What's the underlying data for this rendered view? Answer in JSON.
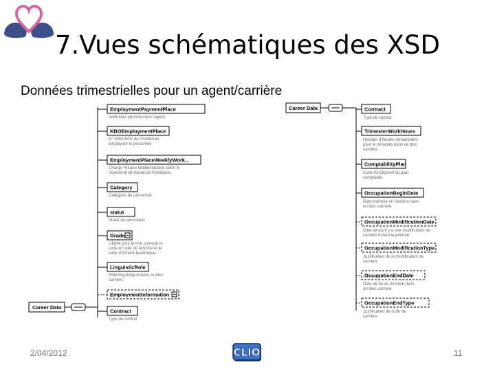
{
  "slide": {
    "title": "7.Vues schématiques des XSD",
    "subtitle": "Données trimestrielles pour un agent/carrière",
    "date": "2/04/2012",
    "page_number": "11",
    "footer_logo_text": "CLIO"
  },
  "colors": {
    "heart": "#d4679a",
    "wings": "#3d4f8a",
    "clio_fill": "#3a73c8",
    "clio_outline": "#1a2f66"
  },
  "diagram_left": {
    "root": "Career Data",
    "elements": [
      {
        "name": "EmploymentPaymentPlace",
        "desc": [
          "Institution qui rémunère l'agent."
        ]
      },
      {
        "name": "KBOEmploymentPlace",
        "desc": [
          "N° KBO-BCE de l'institution",
          "employant le personnel"
        ]
      },
      {
        "name": "EmploymentPlaceWeeklyWork...",
        "desc": [
          "Charge Horaire hebdomadaire selon le",
          "règlement de travail de l'institution."
        ]
      },
      {
        "name": "Category",
        "desc": [
          "Catégorie de personnel"
        ]
      },
      {
        "name": "statut",
        "desc": [
          "Statut du personnel"
        ]
      },
      {
        "name": "Grade",
        "desc": [
          "Libellé pour le titre correcte le",
          "code et celle de la biche et le",
          "code d'échelle barémique."
        ]
      },
      {
        "name": "LinguisticRole",
        "desc": [
          "Rôle linguistique dans ce bloc",
          "carrière."
        ]
      },
      {
        "name": "EmploymentInformation",
        "desc": []
      },
      {
        "name": "Contract",
        "desc": [
          "Type de contrat"
        ]
      }
    ]
  },
  "diagram_right": {
    "root": "Career Data",
    "elements": [
      {
        "name": "Contract",
        "desc": [
          "Type de contrat"
        ]
      },
      {
        "name": "TrimesterWorkHours",
        "desc": [
          "Nombre d'heures rémunérées",
          "pour le trimestre dans ce bloc",
          "carrière."
        ]
      },
      {
        "name": "ComptabilityPlan",
        "desc": [
          "Code fonctionnel du plan",
          "comptable."
        ]
      },
      {
        "name": "OccupationBeginDate",
        "desc": [
          "Date d'entrée en fonction dans",
          "un bloc carrière."
        ]
      },
      {
        "name": "OccupationModificationDate",
        "desc": [
          "Date lorsqu'il y a une modification de",
          "carrière durant la période."
        ]
      },
      {
        "name": "OccupationModificationType",
        "desc": [
          "Justification de la modification de",
          "carrière."
        ]
      },
      {
        "name": "OccupationEndDate",
        "desc": [
          "Date de fin de fonction dans",
          "un bloc carrière."
        ]
      },
      {
        "name": "OccupationEndType",
        "desc": [
          "Justification de la fin de",
          "carrière."
        ]
      }
    ]
  }
}
